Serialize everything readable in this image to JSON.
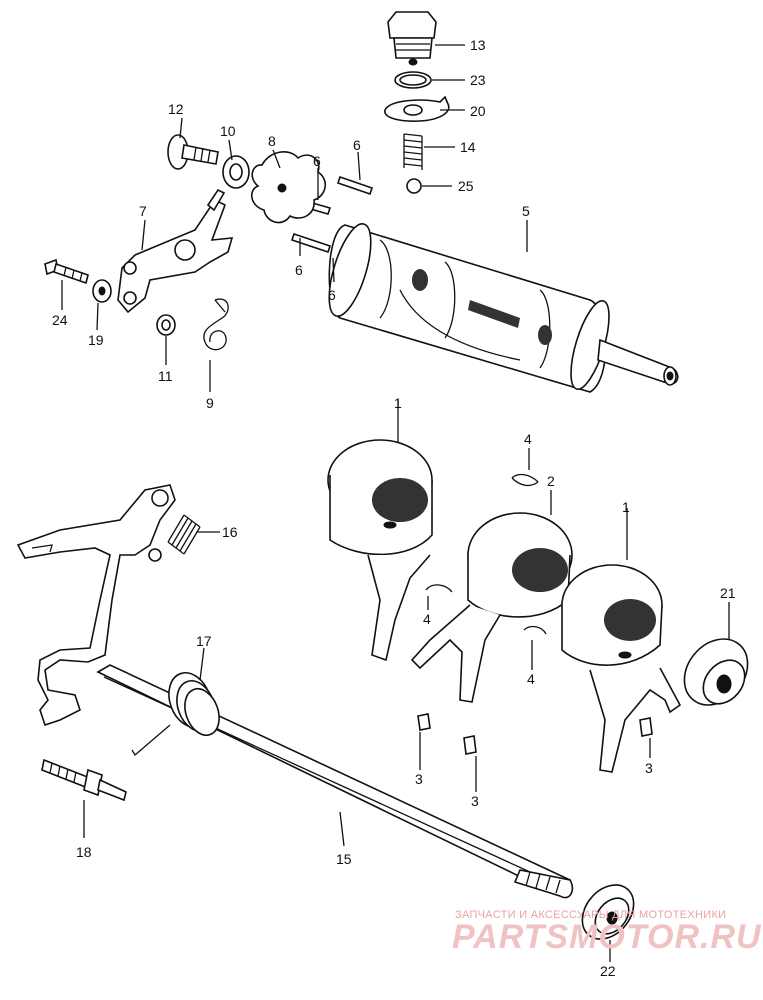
{
  "labels": {
    "p1a": "1",
    "p1b": "1",
    "p2": "2",
    "p3a": "3",
    "p3b": "3",
    "p3c": "3",
    "p4a": "4",
    "p4b": "4",
    "p4c": "4",
    "p5": "5",
    "p6a": "6",
    "p6b": "6",
    "p6c": "6",
    "p6d": "6",
    "p7": "7",
    "p8": "8",
    "p9": "9",
    "p10": "10",
    "p11": "11",
    "p12": "12",
    "p13": "13",
    "p14": "14",
    "p15": "15",
    "p16": "16",
    "p17": "17",
    "p18": "18",
    "p19": "19",
    "p20": "20",
    "p21": "21",
    "p22": "22",
    "p23": "23",
    "p24": "24",
    "p25": "25"
  },
  "watermark": {
    "tagline": "ЗАПЧАСТИ И АКСЕССУАРЫ ДЛЯ МОТОТЕХНИКИ",
    "logo": "PARTSMOTOR.RU"
  }
}
